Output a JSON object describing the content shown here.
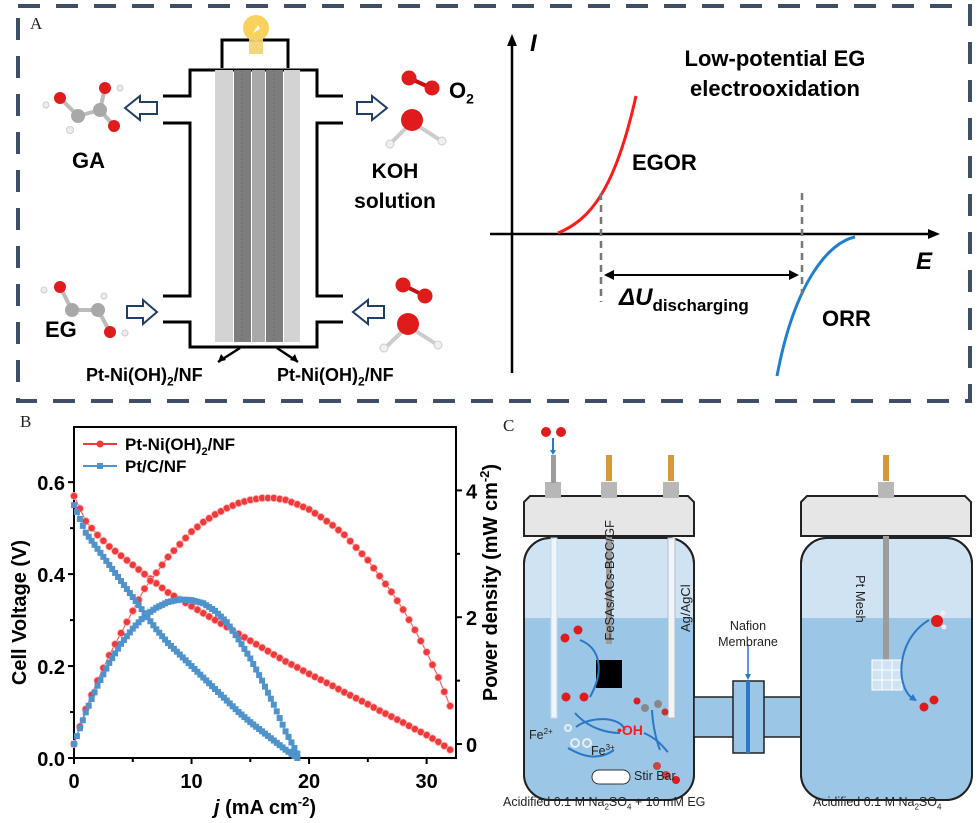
{
  "panels": {
    "A": {
      "letter": "A",
      "left_labels": {
        "ga": "GA",
        "eg": "EG",
        "o2": "O",
        "o2_sub": "2",
        "koh_line1": "KOH",
        "koh_line2": "solution",
        "electrode_left": "Pt-Ni(OH)",
        "electrode_left_sub": "2",
        "electrode_left_tail": "/NF",
        "electrode_right": "Pt-Ni(OH)",
        "electrode_right_sub": "2",
        "electrode_right_tail": "/NF"
      },
      "schematic_plot": {
        "y_axis_label": "I",
        "x_axis_label": "E",
        "title_line1": "Low-potential EG",
        "title_line2": "electrooxidation",
        "egor_label": "EGOR",
        "orr_label": "ORR",
        "delta_label": "ΔU",
        "delta_sub": "discharging"
      },
      "colors": {
        "egor": "#ff1a1a",
        "orr": "#1f7fcf",
        "frame": "#3d4e66"
      }
    },
    "B": {
      "letter": "B"
    },
    "C": {
      "letter": "C",
      "labels": {
        "working_electrode": "FeSAs/ACs-BCC/GF",
        "reference_electrode": "Ag/AgCl",
        "membrane_line1": "Nafion",
        "membrane_line2": "Membrane",
        "counter_electrode": "Pt Mesh",
        "stir_bar": "Stir Bar",
        "fe2": "Fe",
        "fe2_sup": "2+",
        "fe3": "Fe",
        "fe3_sup": "3+",
        "oh_radical": "•OH",
        "left_cell_caption_a": "Acidified 0.1 M Na",
        "left_cell_caption_sub1": "2",
        "left_cell_caption_b": "SO",
        "left_cell_caption_sub2": "4",
        "left_cell_caption_c": " + 10 mM EG",
        "right_cell_caption_a": "Acidified 0.1 M Na",
        "right_cell_caption_sub1": "2",
        "right_cell_caption_b": "SO",
        "right_cell_caption_sub2": "4"
      },
      "colors": {
        "liquid": "#9cc6e6",
        "liquid_light": "#cfe3f3",
        "lid": "#e6e6e6",
        "arrow": "#2a78c5"
      }
    }
  },
  "chart_data": {
    "type": "line",
    "title": "",
    "xlabel": "j (mA cm-2)",
    "xlabel_italic": "j",
    "xlabel_rest": " (mA cm",
    "xlabel_sup": "-2",
    "xlabel_close": ")",
    "ylabel": "Cell Voltage (V)",
    "y2label": "Power density (mW cm-2)",
    "y2label_main": "Power density (mW cm",
    "y2label_sup": "-2",
    "y2label_close": ")",
    "xlim": [
      0,
      32.5
    ],
    "ylim": [
      0,
      0.72
    ],
    "y2lim": [
      -0.22,
      5.0
    ],
    "xticks": [
      0,
      10,
      20,
      30
    ],
    "xtick_labels": [
      "0",
      "10",
      "20",
      "30"
    ],
    "yticks": [
      0.0,
      0.2,
      0.4,
      0.6
    ],
    "ytick_labels": [
      "0.0",
      "0.2",
      "0.4",
      "0.6"
    ],
    "y2ticks": [
      0,
      2,
      4
    ],
    "y2tick_labels": [
      "0",
      "2",
      "4"
    ],
    "grid": false,
    "legend_position": "top-left",
    "legend": [
      {
        "name": "Pt-Ni(OH)",
        "sub": "2",
        "tail": "/NF",
        "color": "#f0393b",
        "marker": "circle"
      },
      {
        "name": "Pt/C/NF",
        "sub": "",
        "tail": "",
        "color": "#4f93cc",
        "marker": "square"
      }
    ],
    "series": [
      {
        "name": "Pt-Ni(OH)2/NF voltage",
        "axis": "left",
        "color": "#f0393b",
        "marker": "circle",
        "x": [
          0,
          1,
          2,
          3,
          4,
          5,
          6,
          7,
          8,
          9,
          10,
          11,
          12,
          13,
          14,
          15,
          16,
          17,
          18,
          19,
          20,
          21,
          22,
          23,
          24,
          25,
          26,
          27,
          28,
          29,
          30,
          31,
          32
        ],
        "y": [
          0.57,
          0.515,
          0.485,
          0.46,
          0.44,
          0.42,
          0.4,
          0.38,
          0.36,
          0.345,
          0.33,
          0.315,
          0.3,
          0.285,
          0.27,
          0.255,
          0.24,
          0.225,
          0.21,
          0.197,
          0.183,
          0.17,
          0.157,
          0.143,
          0.13,
          0.117,
          0.103,
          0.09,
          0.077,
          0.063,
          0.05,
          0.035,
          0.018
        ]
      },
      {
        "name": "Pt-Ni(OH)2/NF power",
        "axis": "right",
        "color": "#f0393b",
        "marker": "circle",
        "x": [
          0,
          1,
          2,
          3,
          4,
          5,
          6,
          7,
          8,
          9,
          10,
          11,
          12,
          13,
          14,
          15,
          16,
          17,
          18,
          19,
          20,
          21,
          22,
          23,
          24,
          25,
          26,
          27,
          28,
          29,
          30,
          31,
          32
        ],
        "y": [
          0.0,
          0.55,
          1.0,
          1.4,
          1.75,
          2.1,
          2.45,
          2.7,
          2.95,
          3.15,
          3.35,
          3.5,
          3.62,
          3.72,
          3.8,
          3.85,
          3.88,
          3.88,
          3.85,
          3.78,
          3.7,
          3.58,
          3.45,
          3.3,
          3.1,
          2.9,
          2.65,
          2.4,
          2.12,
          1.8,
          1.45,
          1.05,
          0.6
        ]
      },
      {
        "name": "Pt/C/NF voltage",
        "axis": "left",
        "color": "#4f93cc",
        "marker": "square",
        "x": [
          0,
          1,
          2,
          3,
          4,
          5,
          6,
          7,
          8,
          9,
          10,
          11,
          12,
          13,
          14,
          15,
          16,
          17,
          18,
          19
        ],
        "y": [
          0.55,
          0.49,
          0.455,
          0.42,
          0.385,
          0.35,
          0.315,
          0.28,
          0.25,
          0.225,
          0.2,
          0.175,
          0.15,
          0.125,
          0.1,
          0.078,
          0.058,
          0.038,
          0.018,
          0.0
        ]
      },
      {
        "name": "Pt/C/NF power",
        "axis": "right",
        "color": "#4f93cc",
        "marker": "square",
        "x": [
          0,
          1,
          2,
          3,
          4,
          5,
          6,
          7,
          8,
          9,
          10,
          11,
          12,
          13,
          14,
          15,
          16,
          17,
          18,
          19
        ],
        "y": [
          0.0,
          0.5,
          0.92,
          1.28,
          1.58,
          1.82,
          2.02,
          2.15,
          2.24,
          2.28,
          2.27,
          2.22,
          2.1,
          1.92,
          1.65,
          1.35,
          1.0,
          0.62,
          0.2,
          -0.15
        ]
      }
    ]
  }
}
